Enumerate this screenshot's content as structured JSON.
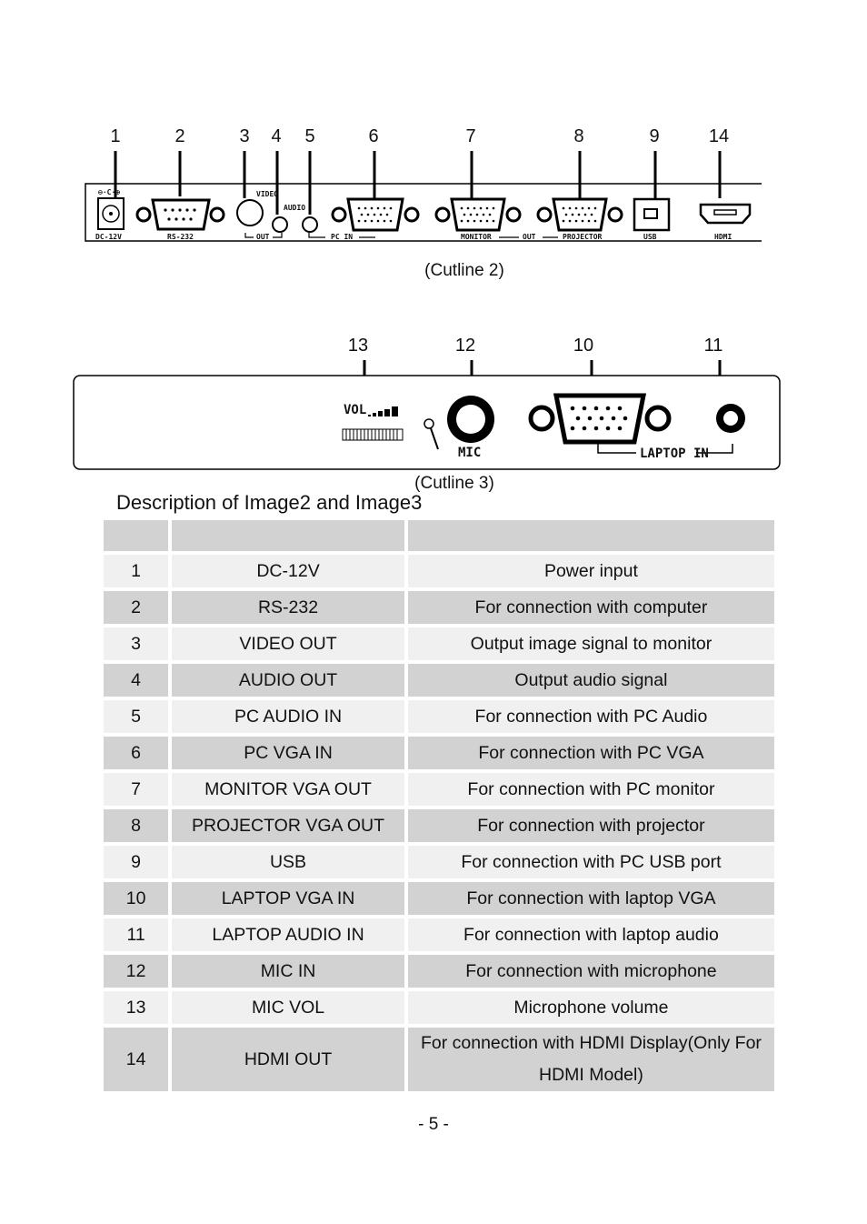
{
  "cutline2": {
    "callouts": [
      "1",
      "2",
      "3",
      "4",
      "5",
      "6",
      "7",
      "8",
      "9",
      "14"
    ],
    "panel_labels": {
      "dc": "DC-12V",
      "rs232": "RS-232",
      "video": "VIDEO",
      "audio": "AUDIO",
      "out": "OUT",
      "pc_in": "PC IN",
      "monitor": "MONITOR",
      "out2": "OUT",
      "projector": "PROJECTOR",
      "usb": "USB",
      "hdmi": "HDMI"
    },
    "caption": "(Cutline 2)"
  },
  "cutline3": {
    "callouts": [
      "13",
      "12",
      "10",
      "11"
    ],
    "panel_labels": {
      "vol": "VOL",
      "mic": "MIC",
      "laptop_in": "LAPTOP IN"
    },
    "caption": "(Cutline 3)"
  },
  "section_title": "Description of Image2 and Image3",
  "table": {
    "header": [
      "",
      "",
      ""
    ],
    "rows": [
      [
        "1",
        "DC-12V",
        "Power input"
      ],
      [
        "2",
        "RS-232",
        "For connection with computer"
      ],
      [
        "3",
        "VIDEO OUT",
        "Output image signal to monitor"
      ],
      [
        "4",
        "AUDIO OUT",
        "Output audio signal"
      ],
      [
        "5",
        "PC AUDIO IN",
        "For connection with PC Audio"
      ],
      [
        "6",
        "PC VGA IN",
        "For connection with PC VGA"
      ],
      [
        "7",
        "MONITOR VGA OUT",
        "For connection with PC monitor"
      ],
      [
        "8",
        "PROJECTOR VGA OUT",
        "For connection with projector"
      ],
      [
        "9",
        "USB",
        "For connection with PC USB port"
      ],
      [
        "10",
        "LAPTOP VGA IN",
        "For connection with laptop VGA"
      ],
      [
        "11",
        "LAPTOP AUDIO IN",
        "For connection with laptop audio"
      ],
      [
        "12",
        "MIC IN",
        "For connection with microphone"
      ],
      [
        "13",
        "MIC VOL",
        "Microphone volume"
      ],
      [
        "14",
        "HDMI OUT",
        "For connection with HDMI Display(Only For HDMI Model)"
      ]
    ]
  },
  "page_number": "- 5 -"
}
